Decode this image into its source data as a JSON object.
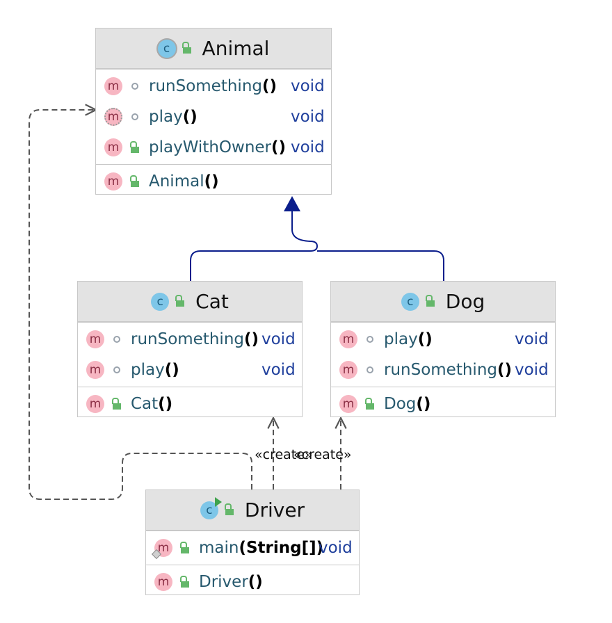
{
  "classes": {
    "animal": {
      "name": "Animal",
      "badge": "c",
      "methods": [
        {
          "badge": "m",
          "name": "runSomething",
          "parens": "()",
          "type": "void"
        },
        {
          "badge": "m",
          "name": "play",
          "parens": "()",
          "type": "void"
        },
        {
          "badge": "m",
          "name": "playWithOwner",
          "parens": "()",
          "type": "void"
        }
      ],
      "constructors": [
        {
          "badge": "m",
          "name": "Animal",
          "parens": "()"
        }
      ]
    },
    "cat": {
      "name": "Cat",
      "badge": "c",
      "methods": [
        {
          "badge": "m",
          "name": "runSomething",
          "parens": "()",
          "type": "void"
        },
        {
          "badge": "m",
          "name": "play",
          "parens": "()",
          "type": "void"
        }
      ],
      "constructors": [
        {
          "badge": "m",
          "name": "Cat",
          "parens": "()"
        }
      ]
    },
    "dog": {
      "name": "Dog",
      "badge": "c",
      "methods": [
        {
          "badge": "m",
          "name": "play",
          "parens": "()",
          "type": "void"
        },
        {
          "badge": "m",
          "name": "runSomething",
          "parens": "()",
          "type": "void"
        }
      ],
      "constructors": [
        {
          "badge": "m",
          "name": "Dog",
          "parens": "()"
        }
      ]
    },
    "driver": {
      "name": "Driver",
      "badge": "c",
      "methods": [
        {
          "badge": "m",
          "name": "main",
          "parens": "(String[])",
          "type": "void"
        }
      ],
      "constructors": [
        {
          "badge": "m",
          "name": "Driver",
          "parens": "()"
        }
      ]
    }
  },
  "edges": {
    "create_to_cat": "«create»",
    "create_to_dog": "«create»"
  },
  "colors": {
    "inheritance": "#0b1e8c",
    "dependency": "#555555"
  }
}
